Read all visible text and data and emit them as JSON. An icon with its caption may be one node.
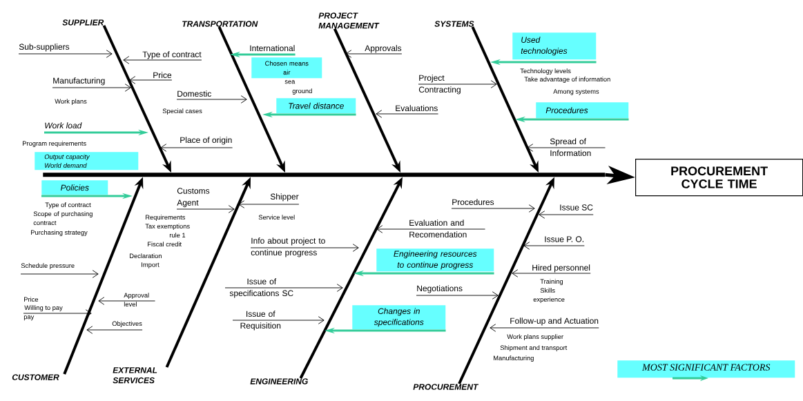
{
  "diagram": {
    "nodes": [
      {
        "text": [
          "SUPPLIER"
        ]
      },
      {
        "text": [
          "Sub-suppliers"
        ]
      },
      {
        "text": [
          "Type of contract"
        ]
      },
      {
        "text": [
          "Price"
        ]
      },
      {
        "text": [
          "Manufacturing"
        ],
        "beside": [
          "Work plans"
        ]
      },
      {
        "text": [
          "Work load"
        ]
      },
      {
        "text": [
          "Output capacity",
          "World demand"
        ]
      },
      {
        "text": [
          "TRANSPORTATION"
        ]
      },
      {
        "text": [
          "International"
        ]
      },
      {
        "text": [
          "Chosen means",
          "air"
        ],
        "beside": [
          "sea",
          "ground"
        ]
      },
      {
        "text": [
          "Domestic"
        ],
        "beside": [
          "Special cases"
        ]
      },
      {
        "text": [
          "Travel distance"
        ]
      },
      {
        "text": [
          "Place of origin"
        ]
      },
      {
        "text": [
          "PROJECT MANAGEMENT"
        ]
      },
      {
        "text": [
          "Approvals"
        ]
      },
      {
        "text": [
          "Evaluations"
        ]
      },
      {
        "text": [
          "SYSTEMS"
        ]
      },
      {
        "text": [
          "Used technologies"
        ],
        "beside": [
          "Technology levels",
          "Take advantage of information",
          "Among systems"
        ]
      },
      {
        "text": [
          "Project Contracting"
        ]
      },
      {
        "text": [
          "Procedures"
        ]
      },
      {
        "text": [
          "Spread of Information"
        ]
      },
      {
        "text": [
          "PROCUREMENT CYCLE TIME"
        ]
      },
      {
        "text": [
          "CUSTOMER"
        ]
      },
      {
        "text": [
          "Policies"
        ],
        "beside": [
          "Type of contract",
          "Scope of purchasing contract",
          "Purchasing strategy"
        ]
      },
      {
        "text": [
          "Schedule pressure"
        ]
      },
      {
        "text": [
          "Price"
        ],
        "beside": [
          "Willing to pay",
          "pay"
        ]
      },
      {
        "text": [
          "Approval level"
        ]
      },
      {
        "text": [
          "Objectives"
        ]
      },
      {
        "text": [
          "EXTERNAL SERVICES"
        ]
      },
      {
        "text": [
          "Customs Agent"
        ],
        "beside": [
          "Requirements",
          "Tax exemptions",
          "rule 1",
          "Fiscal credit",
          "Declaration",
          "Import"
        ]
      },
      {
        "text": [
          "Shipper"
        ],
        "beside": [
          "Service level"
        ]
      },
      {
        "text": [
          "ENGINEERING"
        ]
      },
      {
        "text": [
          "Info about project to continue progress"
        ]
      },
      {
        "text": [
          "Issue of specifications SC"
        ]
      },
      {
        "text": [
          "Issue of Requisition"
        ]
      },
      {
        "text": [
          "Evaluation and Recomendation"
        ]
      },
      {
        "text": [
          "Engineering resources to continue progress"
        ]
      },
      {
        "text": [
          "Changes in specifications"
        ]
      },
      {
        "text": [
          "PROCUREMENT"
        ]
      },
      {
        "text": [
          "Procedures"
        ]
      },
      {
        "text": [
          "Issue SC"
        ]
      },
      {
        "text": [
          "Issue P. O."
        ]
      },
      {
        "text": [
          "Hired personnel"
        ],
        "beside": [
          "Training",
          "Skills",
          "experience"
        ]
      },
      {
        "text": [
          "Negotiations"
        ]
      },
      {
        "text": [
          "Follow-up and Actuation"
        ],
        "beside": [
          "Work plans supplier",
          "Shipment and transport",
          "Manufacturing"
        ]
      },
      {
        "text": [],
        "shape": "bar"
      }
    ],
    "edges": [
      {
        "from": 0,
        "to": 45,
        "arrow": "to",
        "style": "thick"
      },
      {
        "from": 1,
        "to": null,
        "arrow": "to"
      },
      {
        "from": 2,
        "to": null,
        "arrow": "to"
      },
      {
        "from": 3,
        "to": null,
        "arrow": "to"
      },
      {
        "from": 4,
        "to": null,
        "arrow": "to"
      },
      {
        "from": 5,
        "to": null,
        "arrow": "to",
        "style": "thick",
        "color": "#33cc99"
      },
      {
        "from": 7,
        "to": 45,
        "arrow": "to",
        "style": "thick"
      },
      {
        "from": 8,
        "to": null,
        "arrow": "to",
        "style": "thick",
        "color": "#33cc99"
      },
      {
        "from": 10,
        "to": null,
        "arrow": "to"
      },
      {
        "from": 11,
        "to": null,
        "arrow": "to",
        "style": "thick",
        "color": "#33cc99"
      },
      {
        "from": 12,
        "to": null,
        "arrow": "to"
      },
      {
        "from": 13,
        "to": 45,
        "arrow": "to",
        "style": "thick"
      },
      {
        "from": 14,
        "to": null,
        "arrow": "to"
      },
      {
        "from": 15,
        "to": null,
        "arrow": "to"
      },
      {
        "from": 16,
        "to": 45,
        "arrow": "to",
        "style": "thick"
      },
      {
        "from": 17,
        "to": null,
        "arrow": "to",
        "style": "thick",
        "color": "#33cc99"
      },
      {
        "from": 18,
        "to": null,
        "arrow": "to"
      },
      {
        "from": 19,
        "to": null,
        "arrow": "to",
        "style": "thick",
        "color": "#33cc99"
      },
      {
        "from": 20,
        "to": null,
        "arrow": "to"
      },
      {
        "from": 45,
        "to": 21,
        "arrow": "to",
        "style": "thick"
      },
      {
        "from": 22,
        "to": 45,
        "arrow": "to",
        "style": "thick"
      },
      {
        "from": 23,
        "to": null,
        "arrow": "to",
        "style": "thick",
        "color": "#33cc99"
      },
      {
        "from": 24,
        "to": null,
        "arrow": "to"
      },
      {
        "from": 25,
        "to": null,
        "arrow": "to"
      },
      {
        "from": 26,
        "to": null,
        "arrow": "to"
      },
      {
        "from": 27,
        "to": null,
        "arrow": "to"
      },
      {
        "from": 28,
        "to": 45,
        "arrow": "to",
        "style": "thick"
      },
      {
        "from": 29,
        "to": null,
        "arrow": "to"
      },
      {
        "from": 30,
        "to": null,
        "arrow": "to"
      },
      {
        "from": 31,
        "to": 45,
        "arrow": "to",
        "style": "thick"
      },
      {
        "from": 32,
        "to": null,
        "arrow": "to"
      },
      {
        "from": 33,
        "to": null,
        "arrow": "to"
      },
      {
        "from": 34,
        "to": null,
        "arrow": "to"
      },
      {
        "from": 35,
        "to": null,
        "arrow": "to"
      },
      {
        "from": 36,
        "to": null,
        "arrow": "to",
        "style": "thick",
        "color": "#33cc99"
      },
      {
        "from": 37,
        "to": null,
        "arrow": "to",
        "style": "thick",
        "color": "#33cc99"
      },
      {
        "from": 38,
        "to": 45,
        "arrow": "to",
        "style": "thick"
      },
      {
        "from": 39,
        "to": null,
        "arrow": "to"
      },
      {
        "from": 40,
        "to": null,
        "arrow": "to"
      },
      {
        "from": 41,
        "to": null,
        "arrow": "to"
      },
      {
        "from": 42,
        "to": null,
        "arrow": "to"
      },
      {
        "from": 43,
        "to": null,
        "arrow": "to"
      },
      {
        "from": 44,
        "to": null,
        "arrow": "to"
      }
    ],
    "labels": [
      "Program requirements"
    ],
    "legend": [
      {
        "text": "MOST SIGNIFICANT FACTORS"
      }
    ]
  }
}
